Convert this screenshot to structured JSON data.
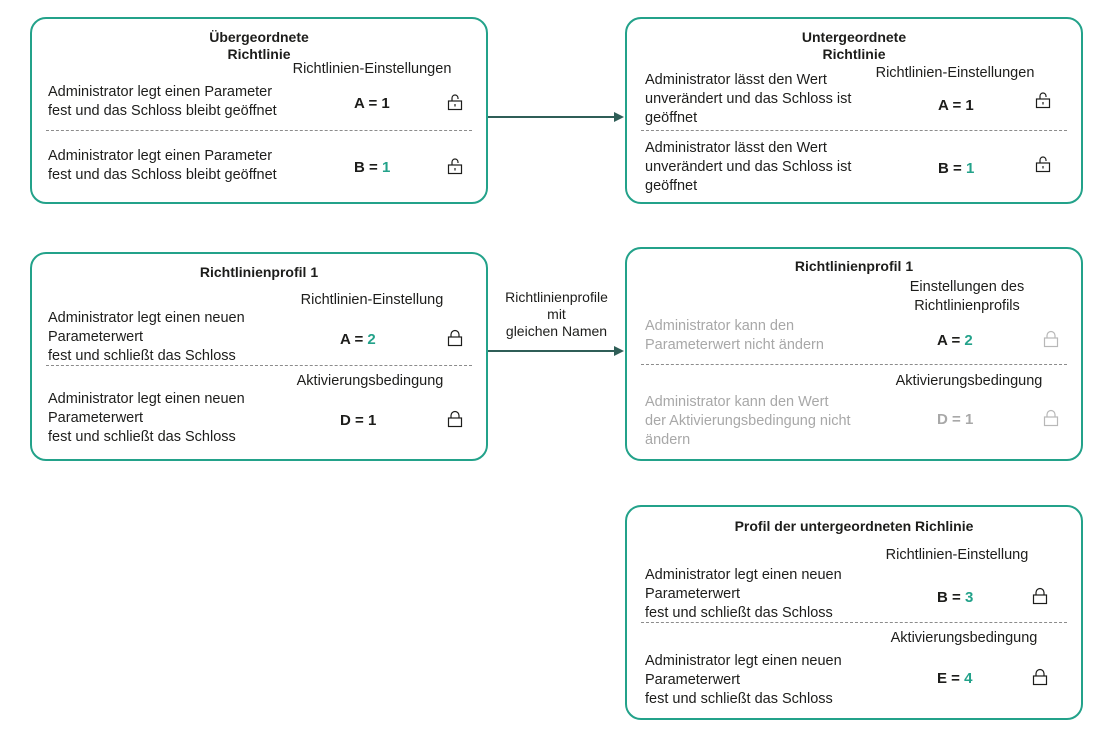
{
  "colors": {
    "accent": "#23a28a",
    "border": "#23a28a",
    "disabled_text": "#a8a8a8"
  },
  "top_left": {
    "title_line1": "Übergeordnete",
    "title_line2": "Richtlinie",
    "header": "Richtlinien-Einstellungen",
    "row1": {
      "text_line1": "Administrator legt einen Parameter",
      "text_line2": "fest und das Schloss bleibt geöffnet",
      "key": "A = ",
      "value": "1",
      "lock": "unlocked-lock-icon"
    },
    "row2": {
      "text_line1": "Administrator legt einen Parameter",
      "text_line2": "fest und das Schloss bleibt geöffnet",
      "key": "B = ",
      "value": "1",
      "lock": "unlocked-lock-icon"
    }
  },
  "top_right": {
    "title_line1": "Untergeordnete",
    "title_line2": "Richtlinie",
    "header": "Richtlinien-Einstellungen",
    "row1": {
      "text_line1": "Administrator lässt den Wert",
      "text_line2": "unverändert und das Schloss ist",
      "text_line3": "geöffnet",
      "key": "A = ",
      "value": "1",
      "lock": "unlocked-lock-icon"
    },
    "row2": {
      "text_line1": "Administrator lässt den Wert",
      "text_line2": "unverändert und das Schloss ist",
      "text_line3": "geöffnet",
      "key": "B = ",
      "value": "1",
      "lock": "unlocked-lock-icon"
    }
  },
  "middle_left": {
    "title": "Richtlinienprofil 1",
    "header1": "Richtlinien-Einstellung",
    "row1": {
      "text_line1": "Administrator legt einen neuen",
      "text_line2": "Parameterwert",
      "text_line3": "fest und schließt das Schloss",
      "key": "A = ",
      "value": "2",
      "lock": "locked-lock-icon"
    },
    "header2": "Aktivierungsbedingung",
    "row2": {
      "text_line1": "Administrator legt einen neuen",
      "text_line2": "Parameterwert",
      "text_line3": "fest und schließt das Schloss",
      "key": "D = ",
      "value": "1",
      "lock": "locked-lock-icon"
    }
  },
  "arrow_label": {
    "line1": "Richtlinienprofile",
    "line2": "mit",
    "line3": "gleichen Namen"
  },
  "middle_right": {
    "title": "Richtlinienprofil 1",
    "header1_line1": "Einstellungen des",
    "header1_line2": "Richtlinienprofils",
    "row1": {
      "text_line1": "Administrator kann den",
      "text_line2": "Parameterwert nicht ändern",
      "key": "A = ",
      "value": "2",
      "lock": "locked-lock-icon"
    },
    "header2": "Aktivierungsbedingung",
    "row2": {
      "text_line1": "Administrator kann den Wert",
      "text_line2": "der Aktivierungsbedingung nicht",
      "text_line3": "ändern",
      "key": "D = ",
      "value": "1",
      "lock": "locked-lock-icon"
    }
  },
  "bottom_right": {
    "title": "Profil der untergeordneten Richlinie",
    "header1": "Richtlinien-Einstellung",
    "row1": {
      "text_line1": "Administrator legt einen neuen",
      "text_line2": "Parameterwert",
      "text_line3": "fest und schließt das Schloss",
      "key": "B = ",
      "value": "3",
      "lock": "locked-lock-icon"
    },
    "header2": "Aktivierungsbedingung",
    "row2": {
      "text_line1": "Administrator legt einen neuen",
      "text_line2": "Parameterwert",
      "text_line3": "fest und schließt das Schloss",
      "key": "E = ",
      "value": "4",
      "lock": "locked-lock-icon"
    }
  }
}
